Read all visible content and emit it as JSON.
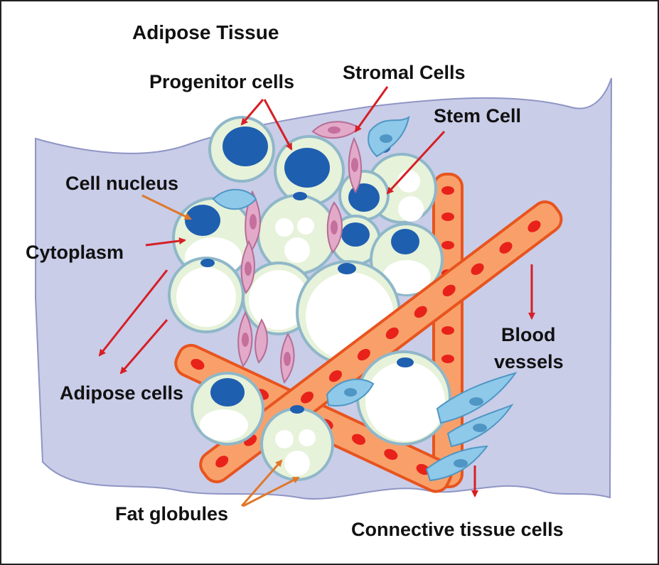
{
  "title": "Adipose Tissue",
  "labels": {
    "progenitor_cells": "Progenitor cells",
    "stromal_cells": "Stromal Cells",
    "stem_cell": "Stem Cell",
    "cell_nucleus": "Cell nucleus",
    "cytoplasm": "Cytoplasm",
    "adipose_cells": "Adipose cells",
    "blood_vessels_line1": "Blood",
    "blood_vessels_line2": "vessels",
    "fat_globules": "Fat globules",
    "connective_tissue_cells": "Connective tissue cells"
  },
  "colors": {
    "tissue_background": "#c9cde8",
    "cell_cytoplasm": "#e6f2d9",
    "cell_outline": "#8fb7c9",
    "nucleus": "#1f5fb0",
    "fat_globule": "#ffffff",
    "blood_vessel": "#f9a06a",
    "blood_vessel_outline": "#e8541e",
    "red_blood_cell": "#e8221a",
    "stromal_cell": "#e3a9c8",
    "connective_cell": "#8ec9ea",
    "arrow": "#d61f26"
  }
}
